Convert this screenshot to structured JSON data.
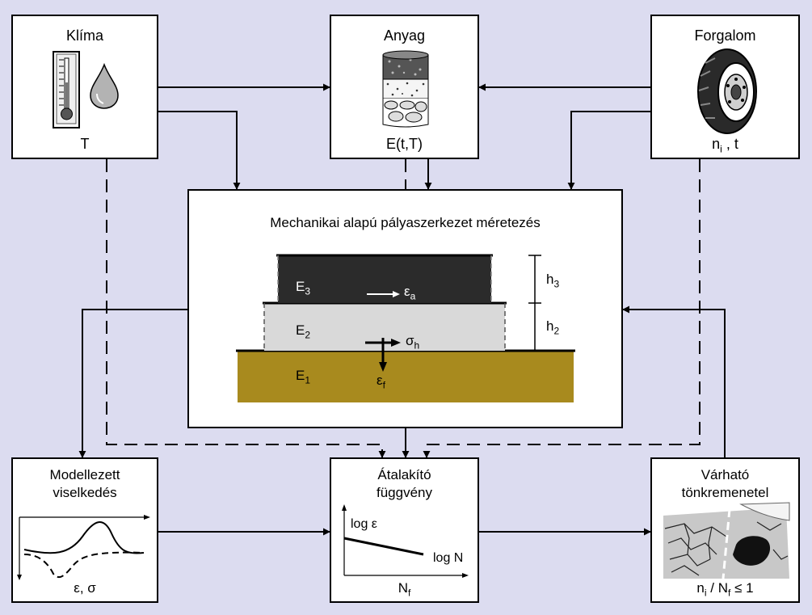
{
  "klima": {
    "title": "Klíma",
    "var": "T"
  },
  "anyag": {
    "title": "Anyag",
    "var": "E(t,T)"
  },
  "forgalom": {
    "title": "Forgalom",
    "var_base": "n",
    "var_sub": "i",
    "var_rest": " , t"
  },
  "center": {
    "title": "Mechanikai alapú pályaszerkezet méretezés",
    "layers": {
      "e3": {
        "base": "E",
        "sub": "3"
      },
      "e2": {
        "base": "E",
        "sub": "2"
      },
      "e1": {
        "base": "E",
        "sub": "1"
      }
    },
    "h3": {
      "base": "h",
      "sub": "3"
    },
    "h2": {
      "base": "h",
      "sub": "2"
    },
    "eps_a": {
      "base": "ε",
      "sub": "a"
    },
    "sigma_h": {
      "base": "σ",
      "sub": "h"
    },
    "eps_f": {
      "base": "ε",
      "sub": "f"
    },
    "colors": {
      "asphalt": "#2b2b2b",
      "base": "#d9d9d9",
      "subgrade": "#a88a1e"
    }
  },
  "modell": {
    "title_line1": "Modellezett",
    "title_line2": "viselkedés",
    "var": "ε, σ"
  },
  "atalakito": {
    "title_line1": "Átalakító",
    "title_line2": "függvény",
    "ylabel": "log ε",
    "xlabel": "log N",
    "var_base": "N",
    "var_sub": "f"
  },
  "varhato": {
    "title_line1": "Várható",
    "title_line2": "tönkremenetel",
    "formula": {
      "n": "n",
      "i": "i",
      "mid": " / N",
      "f": "f",
      "rest": " ≤ 1"
    }
  }
}
